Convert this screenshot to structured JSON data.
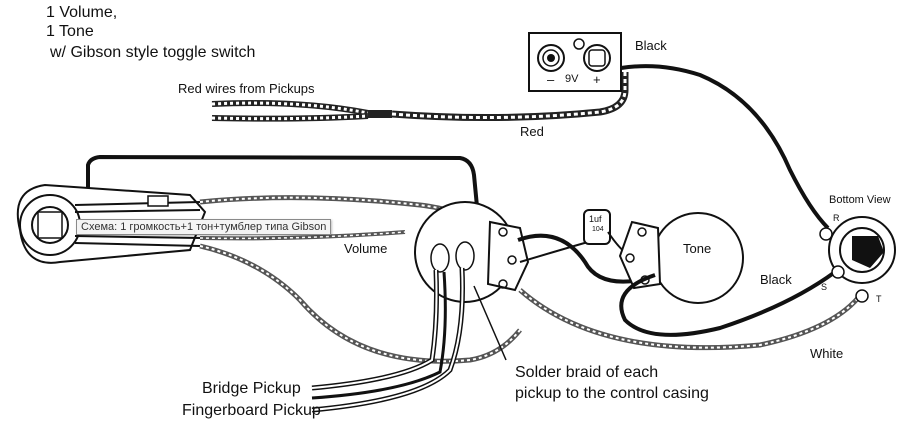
{
  "header": {
    "line1": "1 Volume,",
    "line2": "1 Tone",
    "line3": "w/ Gibson style toggle switch"
  },
  "battery": {
    "minus": "–",
    "voltage": "9V",
    "plus": "+"
  },
  "labels": {
    "black_top": "Black",
    "red_wires": "Red wires from Pickups",
    "red": "Red",
    "volume": "Volume",
    "tone": "Tone",
    "cap": "1uf",
    "cap_code": "104",
    "bottom_view": "Bottom View",
    "jack_r": "R",
    "jack_s": "S",
    "jack_t": "T",
    "black_right": "Black",
    "white": "White",
    "solder_line1": "Solder braid of each",
    "solder_line2": "pickup to the control casing",
    "bridge": "Bridge Pickup",
    "fingerboard": "Fingerboard Pickup"
  },
  "tooltip": {
    "text": "Схема: 1 громкость+1 тон+тумблер типа Gibson"
  }
}
